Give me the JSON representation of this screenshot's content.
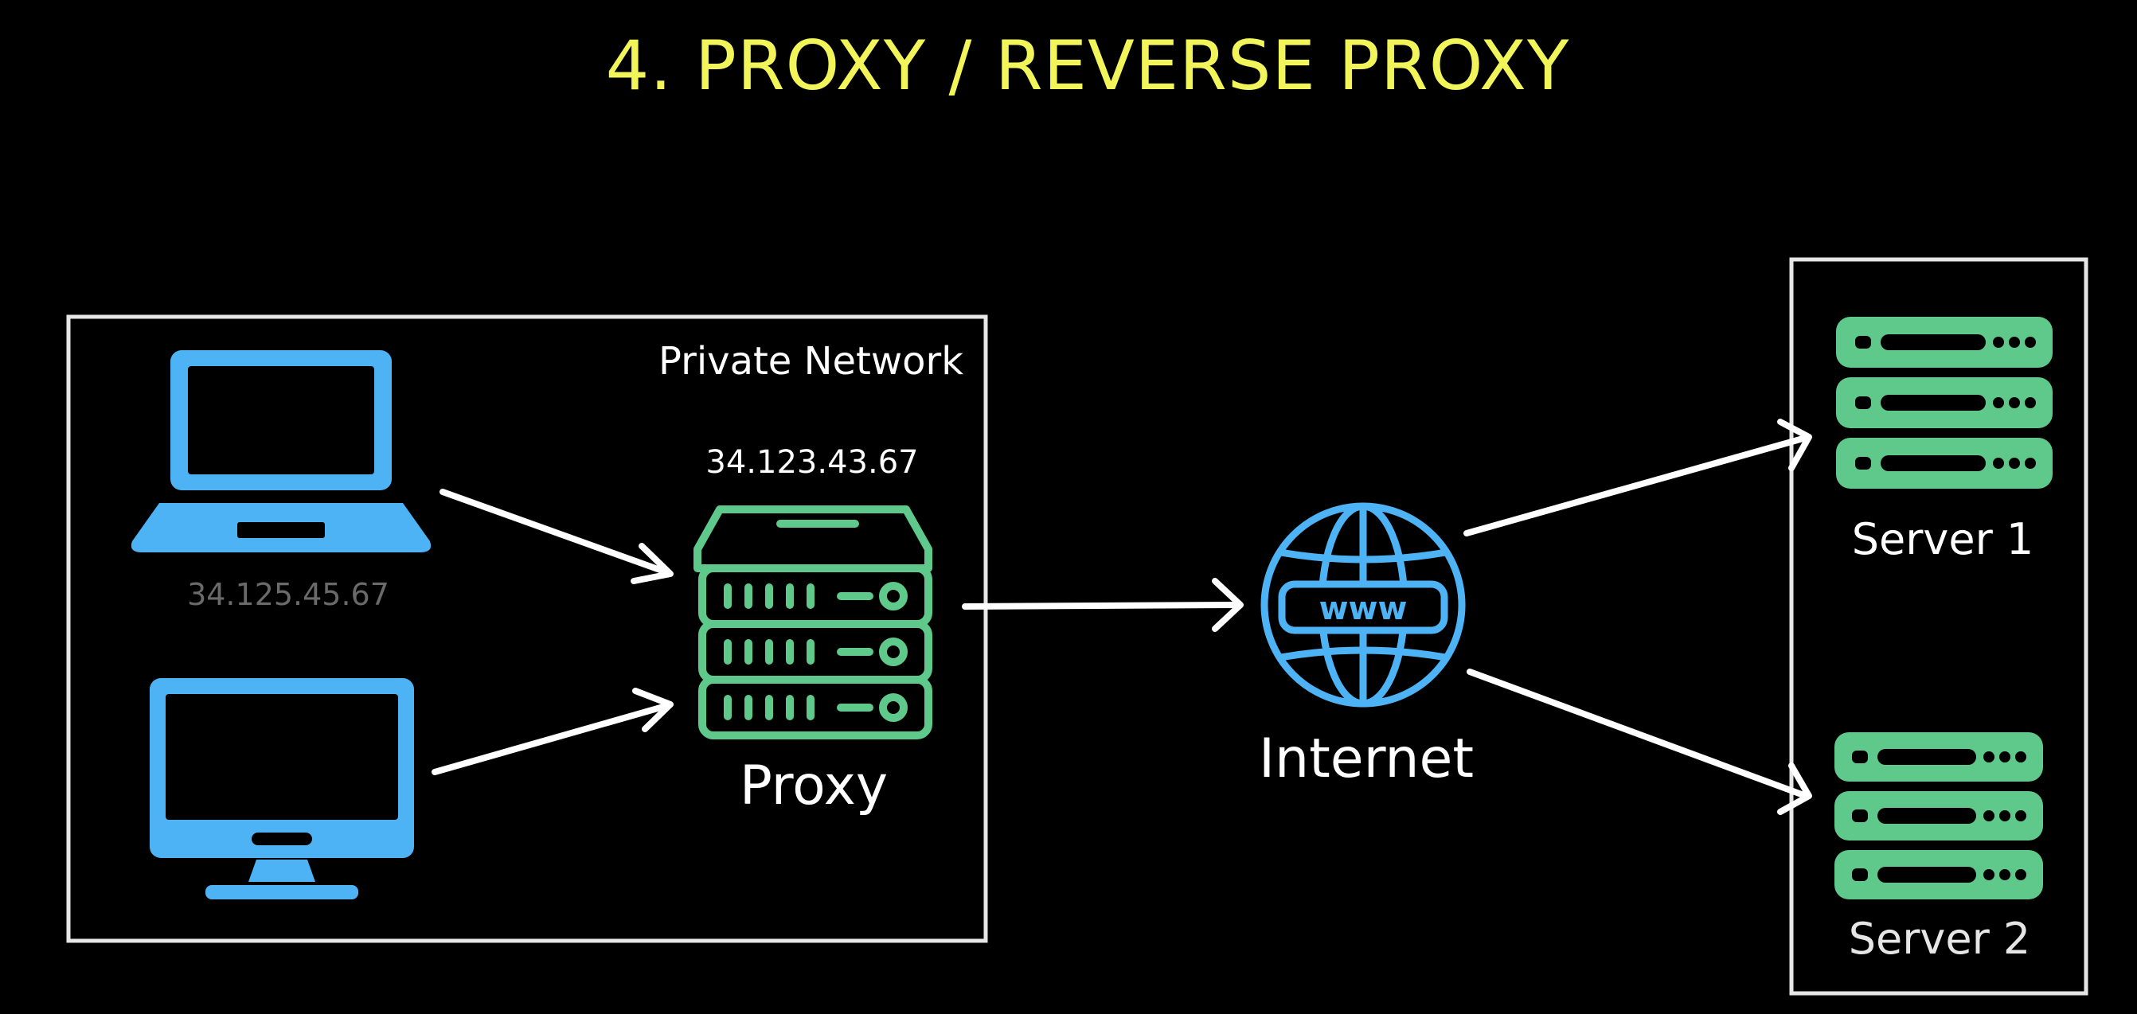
{
  "title": "4. PROXY / REVERSE PROXY",
  "private_network": {
    "label": "Private Network",
    "client_ip": "34.125.45.67",
    "proxy_ip": "34.123.43.67",
    "proxy_label": "Proxy"
  },
  "internet": {
    "label": "Internet",
    "icon_text": "www"
  },
  "servers": [
    {
      "label": "Server 1"
    },
    {
      "label": "Server 2"
    }
  ],
  "colors": {
    "background": "#000000",
    "title": "#f2f55a",
    "device_blue": "#4db3f5",
    "server_green": "#5ec98a",
    "outline": "#ffffff",
    "muted_text": "#6a6a6a"
  },
  "icons": {
    "laptop": "laptop-icon",
    "desktop": "desktop-monitor-icon",
    "proxy": "proxy-server-icon",
    "internet": "globe-www-icon",
    "server": "server-rack-icon"
  }
}
